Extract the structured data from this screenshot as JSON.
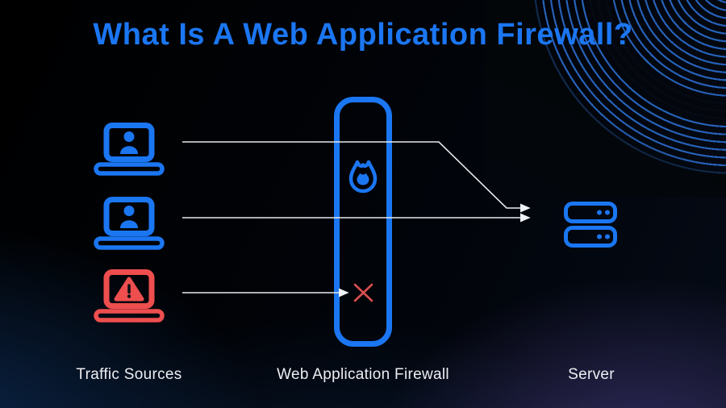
{
  "title": "What Is A Web Application Firewall?",
  "labels": {
    "traffic_sources": "Traffic Sources",
    "waf": "Web Application Firewall",
    "server": "Server"
  },
  "nodes": {
    "traffic_sources": [
      {
        "icon": "laptop-user-icon",
        "type": "legitimate-user",
        "color": "blue"
      },
      {
        "icon": "laptop-user-icon",
        "type": "legitimate-user",
        "color": "blue"
      },
      {
        "icon": "laptop-warning-icon",
        "type": "malicious-user",
        "color": "red"
      }
    ],
    "firewall": {
      "icon": "flame-icon"
    },
    "server": {
      "icon": "server-rack-icon"
    }
  },
  "flows": [
    {
      "from": "user-1",
      "to": "server",
      "status": "allowed"
    },
    {
      "from": "user-2",
      "to": "server",
      "status": "allowed"
    },
    {
      "from": "malicious-user",
      "to": "firewall",
      "status": "blocked",
      "marker": "red-x"
    }
  ],
  "colors": {
    "accent_blue": "#1b76f2",
    "alert_red": "#ef4e4e",
    "arrow_line": "#e6e9ee",
    "label_text": "#eceef2",
    "background": "#03060c"
  }
}
